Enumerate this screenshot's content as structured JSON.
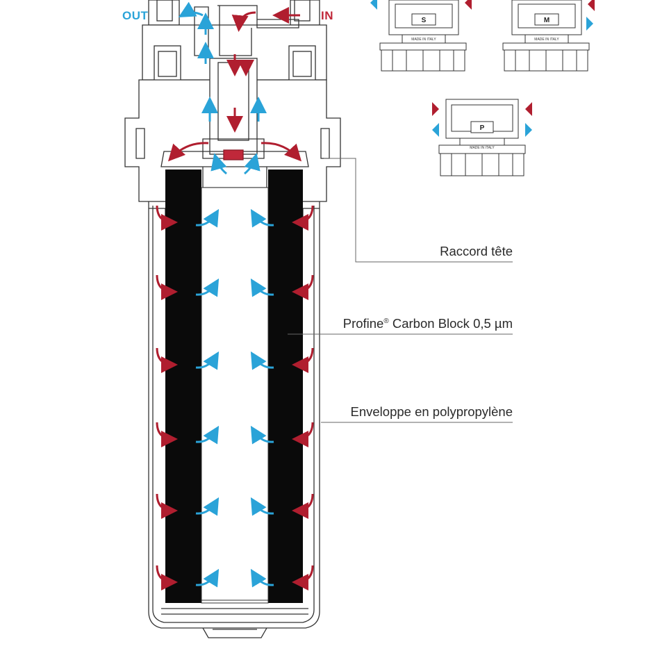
{
  "ports": {
    "out_label": "OUT",
    "in_label": "IN"
  },
  "callouts": {
    "head_connector": "Raccord tête",
    "carbon_block_brand": "Profine",
    "carbon_block_mark": "®",
    "carbon_block_rest": " Carbon Block 0,5 µm",
    "housing": "Enveloppe en polypropylène"
  },
  "variants": [
    {
      "badge": "S",
      "stamp": "MADE IN ITALY"
    },
    {
      "badge": "M",
      "stamp": "MADE IN ITALY"
    },
    {
      "badge": "P",
      "stamp": "MADE IN ITALY"
    }
  ],
  "colors": {
    "inflow_red": "#b01e2f",
    "outflow_blue": "#2aa3d8",
    "port_out_blue": "#2aa3d8",
    "port_in_red": "#c0283a",
    "carbon_black": "#0a0a0a",
    "outline": "#333333"
  },
  "icons": [
    "red-arrow-icon",
    "blue-arrow-icon",
    "red-triangle-icon",
    "blue-triangle-icon"
  ]
}
